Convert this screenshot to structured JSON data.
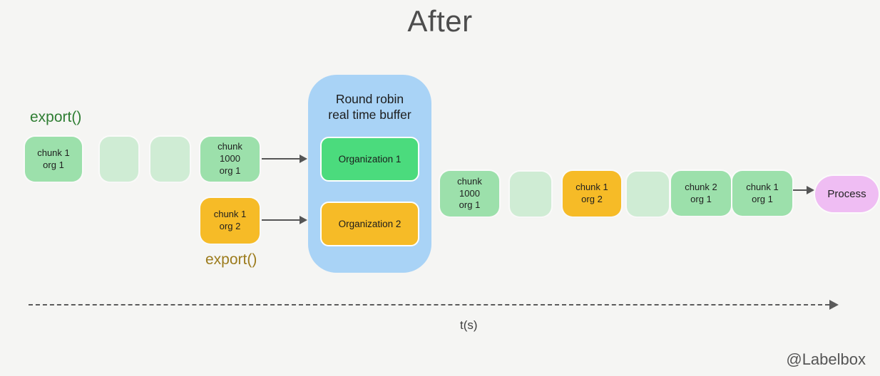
{
  "title": "After",
  "left_stream": {
    "export_label": "export()",
    "boxes": [
      {
        "text": "chunk 1\norg 1",
        "variant": "green"
      },
      {
        "text": "",
        "variant": "empty"
      },
      {
        "text": "",
        "variant": "empty"
      },
      {
        "text": "chunk\n1000\norg 1",
        "variant": "green"
      }
    ]
  },
  "org2_stream": {
    "export_label": "export()",
    "box": {
      "text": "chunk 1\norg 2",
      "variant": "orange"
    }
  },
  "buffer": {
    "title": "Round robin\nreal time buffer",
    "slots": [
      {
        "label": "Organization 1",
        "color": "#4bdb7d"
      },
      {
        "label": "Organization 2",
        "color": "#f6bb27"
      }
    ]
  },
  "output_stream": {
    "boxes": [
      {
        "text": "chunk\n1000\norg 1",
        "variant": "green"
      },
      {
        "text": "",
        "variant": "empty"
      },
      {
        "text": "chunk 1\norg 2",
        "variant": "orange"
      },
      {
        "text": "",
        "variant": "empty"
      },
      {
        "text": "chunk 2\norg 1",
        "variant": "green"
      },
      {
        "text": "chunk 1\norg 1",
        "variant": "green"
      }
    ]
  },
  "process": {
    "label": "Process"
  },
  "timeline": {
    "axis_label": "t(s)"
  },
  "footer": {
    "credit": "@Labelbox"
  },
  "colors": {
    "background": "#f5f5f3",
    "chunk_green": "#9ce0ab",
    "chunk_empty": "#cfecd4",
    "chunk_orange": "#f6bb27",
    "buffer_blue": "#a9d3f6",
    "org1_green": "#4bdb7d",
    "org2_orange": "#f6bb27",
    "process_pink": "#efbdf3",
    "export_green": "#2e7d32",
    "export_gold": "#9c7b1c",
    "arrow_gray": "#555555"
  }
}
